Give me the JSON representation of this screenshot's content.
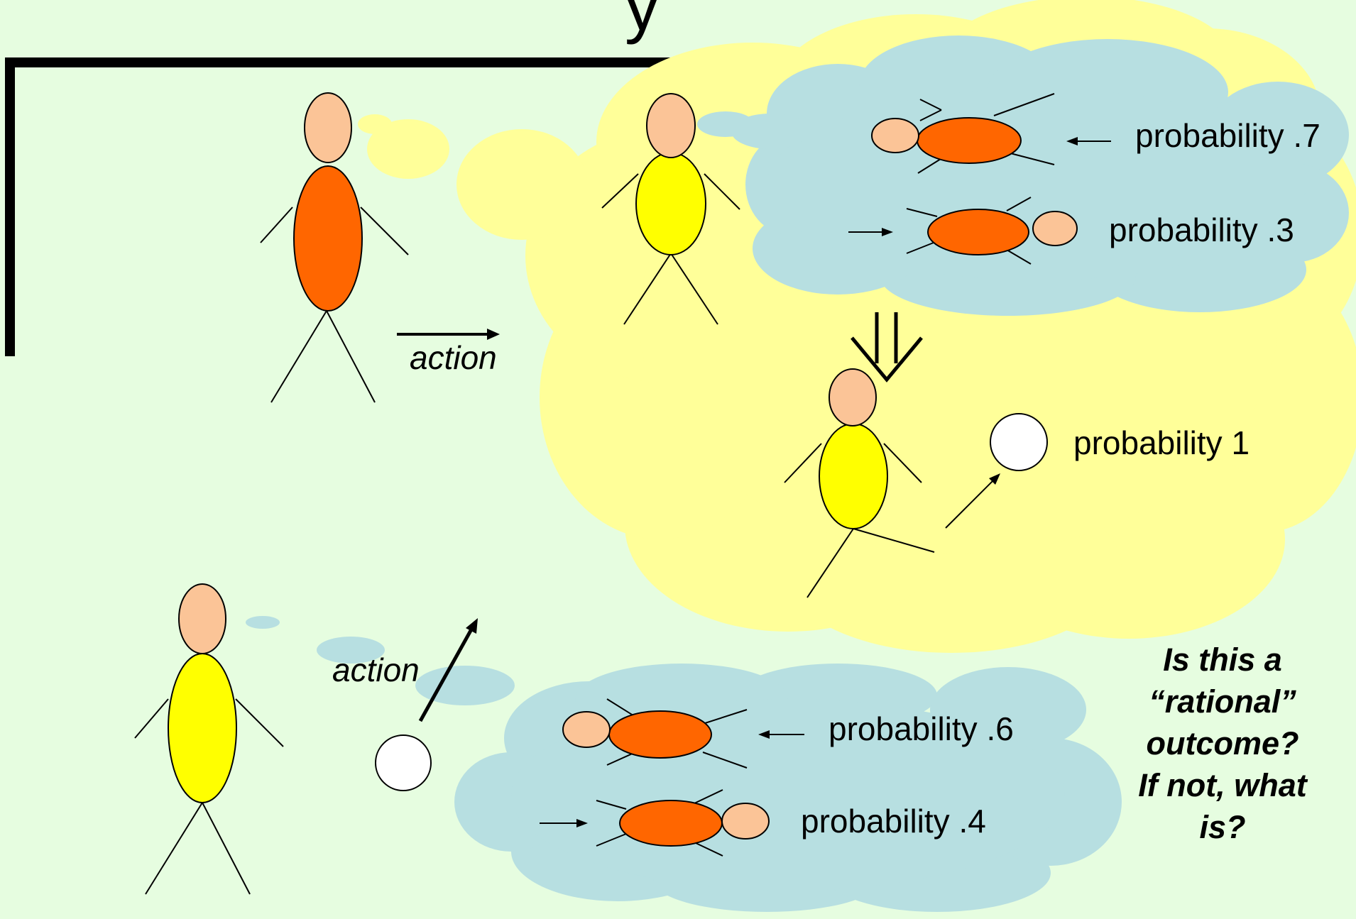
{
  "title": "y",
  "labels": {
    "prob_07": "probability .7",
    "prob_03": "probability .3",
    "prob_1": "probability 1",
    "prob_06": "probability .6",
    "prob_04": "probability .4",
    "action_top": "action",
    "action_bottom": "action"
  },
  "question": {
    "line1": "Is this a",
    "line2": "“rational”",
    "line3": "outcome?",
    "line4": "If not, what",
    "line5": "is?"
  },
  "colors": {
    "background": "#e6fde0",
    "thought_yellow": "#ffff99",
    "thought_blue": "#b7dfe1",
    "head": "#fbc497",
    "body_orange": "#ff6600",
    "body_yellow": "#ffff00",
    "ball": "#ffffff"
  }
}
